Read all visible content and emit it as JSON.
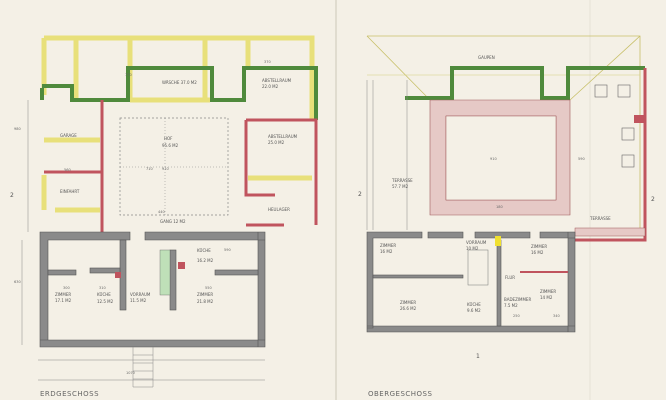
{
  "ground_floor": {
    "title": "ERDGESCHOSS",
    "rooms": {
      "hof": "HOF",
      "hof_area": "95.6 M2",
      "waesche": "WÄSCHE 37.0 M2",
      "abstellraum1": "ABSTELLRAUM",
      "abstellraum1_area": "22.0 M2",
      "abstellraum2": "ABSTELLRAUM",
      "abstellraum2_area": "25.0 M2",
      "garage": "GARAGE",
      "einfahrt": "EINFAHRT",
      "heulager": "HEULAGER",
      "gang": "GANG 12 M2",
      "zimmer_left": "ZIMMER",
      "zimmer_left_area": "17.1 M2",
      "kueche_left": "KÜCHE",
      "kueche_left_area": "12.5 M2",
      "vorraum": "VORRAUM",
      "vorraum_area": "11.5 M2",
      "zimmer_right": "ZIMMER",
      "zimmer_right_area": "21.8 M2",
      "kueche_right": "KÜCHE",
      "kueche_right_area": "16.2 M2"
    },
    "dimensions": [
      "770",
      "370",
      "910",
      "710",
      "440",
      "560",
      "300",
      "310",
      "550",
      "590",
      "1070",
      "630",
      "980"
    ],
    "section_mark": "2"
  },
  "upper_floor": {
    "title": "OBERGESCHOSS",
    "rooms": {
      "gaupen": "GAUPEN",
      "terrasse_left": "TERRASSE",
      "terrasse_left_area": "57.7 M2",
      "terrasse_right": "TERRASSE",
      "zimmer1": "ZIMMER",
      "zimmer1_area": "16 M2",
      "zimmer2": "ZIMMER",
      "zimmer2_area": "26.6 M2",
      "vorraum": "VORRAUM",
      "vorraum_area": "10 M2",
      "kueche": "KÜCHE",
      "kueche_area": "9.6 M2",
      "zimmer3": "ZIMMER",
      "zimmer3_area": "16 M2",
      "flur": "FLUR",
      "badezimmer": "BADEZIMMER",
      "badezimmer_area": "7.5 M2",
      "zimmer4": "ZIMMER",
      "zimmer4_area": "14 M2"
    },
    "dimensions": [
      "910",
      "590",
      "180",
      "250",
      "340"
    ],
    "section_marks": [
      "1",
      "2",
      "2"
    ]
  },
  "colors": {
    "paper": "#f4f0e6",
    "new_wall_yellow": "#e8e07a",
    "new_wall_green": "#4f8a3c",
    "red_wall": "#c0545e",
    "masonry_grey": "#8a8a8a"
  }
}
